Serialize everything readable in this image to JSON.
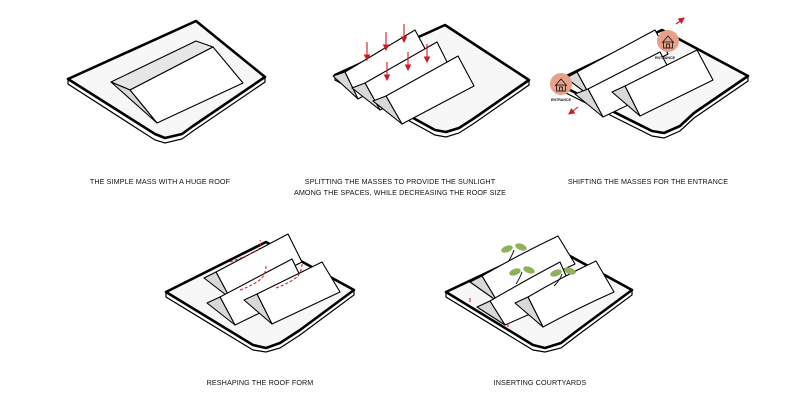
{
  "steps": [
    {
      "caption_lines": [
        "THE SIMPLE MASS WITH A HUGE ROOF"
      ]
    },
    {
      "caption_lines": [
        "SPLITTING THE MASSES TO PROVIDE THE SUNLIGHT",
        "AMONG THE SPACES, WHILE DECREASING THE ROOF SIZE"
      ]
    },
    {
      "caption_lines": [
        "SHIFTING THE MASSES FOR THE ENTRANCE"
      ],
      "labels": [
        "ENTRANCE",
        "ENTRANCE"
      ]
    },
    {
      "caption_lines": [
        "RESHAPING THE ROOF FORM"
      ]
    },
    {
      "caption_lines": [
        "INSERTING COURTYARDS"
      ]
    }
  ],
  "colors": {
    "accent_red": "#d01a22",
    "entrance_badge": "#e8a088",
    "plant_green": "#8db25a",
    "roof_grey": "#e6e6e6"
  }
}
